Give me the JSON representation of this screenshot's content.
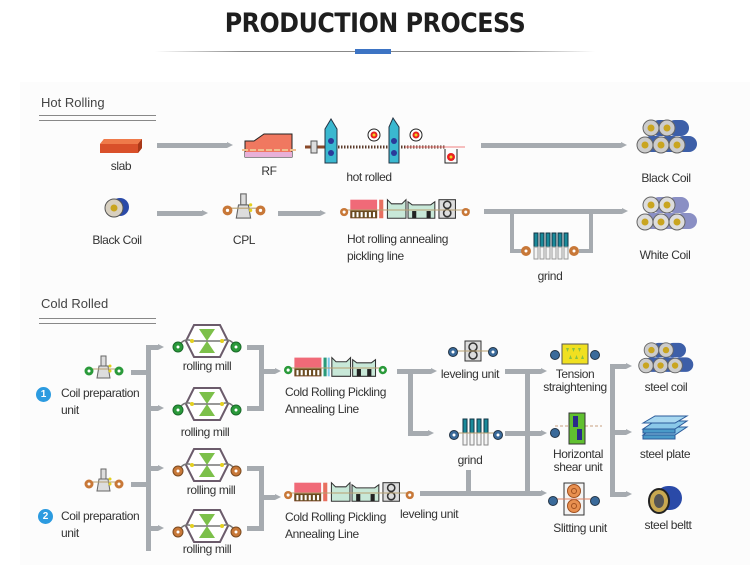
{
  "header": {
    "title": "PRODUCTION PROCESS",
    "accent_color": "#3d74c4"
  },
  "hot_rolling": {
    "heading": "Hot Rolling",
    "row1": {
      "slab": "slab",
      "rf": "RF",
      "hot_rolled": "hot rolled",
      "black_coil": "Black Coil"
    },
    "row2": {
      "black_coil": "Black Coil",
      "cpl": "CPL",
      "line_1": "Hot rolling annealing",
      "line_2": "pickling line",
      "grind": "grind",
      "white_coil": "White Coil"
    }
  },
  "cold_rolled": {
    "heading": "Cold Rolled",
    "units": [
      {
        "badge": "1",
        "label_1": "Coil preparation",
        "label_2": "unit"
      },
      {
        "badge": "2",
        "label_1": "Coil preparation",
        "label_2": "unit"
      }
    ],
    "rolling_mills": [
      "rolling mill",
      "rolling mill",
      "rolling mill",
      "rolling mill"
    ],
    "crpal": [
      {
        "label_1": "Cold Rolling Pickling",
        "label_2": "Annealing Line"
      },
      {
        "label_1": "Cold Rolling Pickling",
        "label_2": "Annealing Line"
      }
    ],
    "leveling_top": "leveling unit",
    "leveling_bottom": "leveling unit",
    "grind": "grind",
    "tension_1": "Tension",
    "tension_2": "straightening",
    "shear_1": "Horizontal",
    "shear_2": "shear unit",
    "slitting": "Slitting unit",
    "products": [
      "steel coil",
      "steel plate",
      "steel beltt"
    ]
  }
}
